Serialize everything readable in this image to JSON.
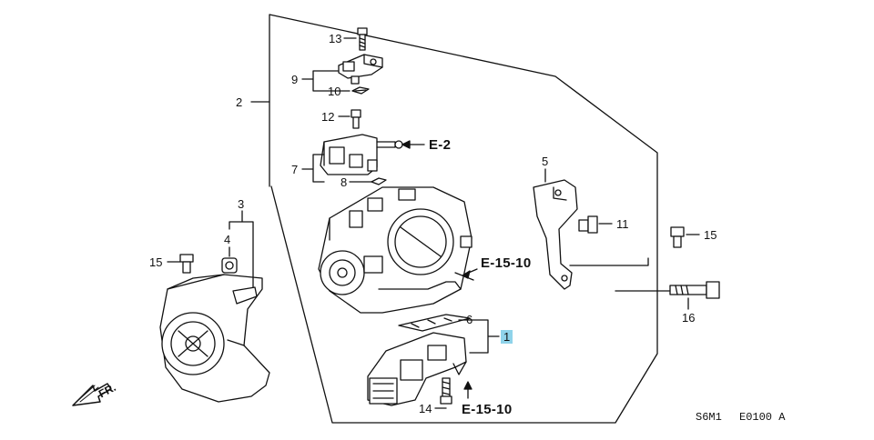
{
  "diagram": {
    "callouts": [
      {
        "id": "13",
        "label": "13"
      },
      {
        "id": "9",
        "label": "9"
      },
      {
        "id": "10",
        "label": "10"
      },
      {
        "id": "2",
        "label": "2"
      },
      {
        "id": "12",
        "label": "12"
      },
      {
        "id": "7",
        "label": "7"
      },
      {
        "id": "8",
        "label": "8"
      },
      {
        "id": "3",
        "label": "3"
      },
      {
        "id": "4",
        "label": "4"
      },
      {
        "id": "15a",
        "label": "15"
      },
      {
        "id": "5",
        "label": "5"
      },
      {
        "id": "11",
        "label": "11"
      },
      {
        "id": "15b",
        "label": "15"
      },
      {
        "id": "16",
        "label": "16"
      },
      {
        "id": "6",
        "label": "6"
      },
      {
        "id": "1",
        "label": "1"
      },
      {
        "id": "14",
        "label": "14"
      }
    ],
    "references": {
      "e2": "E-2",
      "e1510_upper": "E-15-10",
      "e1510_lower": "E-15-10"
    },
    "direction_label": "FR.",
    "code_left": "S6M1",
    "code_right": "E0100 A",
    "highlight_color": "#8fd3ea"
  }
}
